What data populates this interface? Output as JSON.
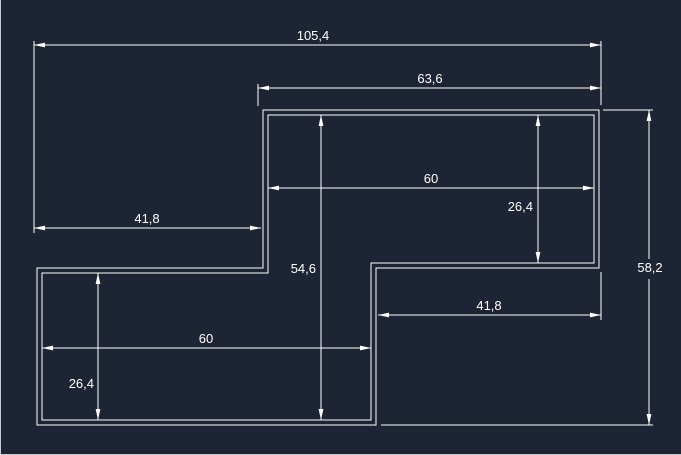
{
  "canvas": {
    "background": "#1d2433",
    "line_color": "#ffffff",
    "text_color": "#ffffff"
  },
  "dimensions": {
    "overall_width": "105,4",
    "upper_width": "63,6",
    "upper_left_offset": "41,8",
    "upper_inner_width": "60",
    "upper_inner_height": "26,4",
    "middle_height": "54,6",
    "overall_height": "58,2",
    "lower_right_offset": "41,8",
    "lower_inner_width": "60",
    "lower_inner_height": "26,4"
  }
}
